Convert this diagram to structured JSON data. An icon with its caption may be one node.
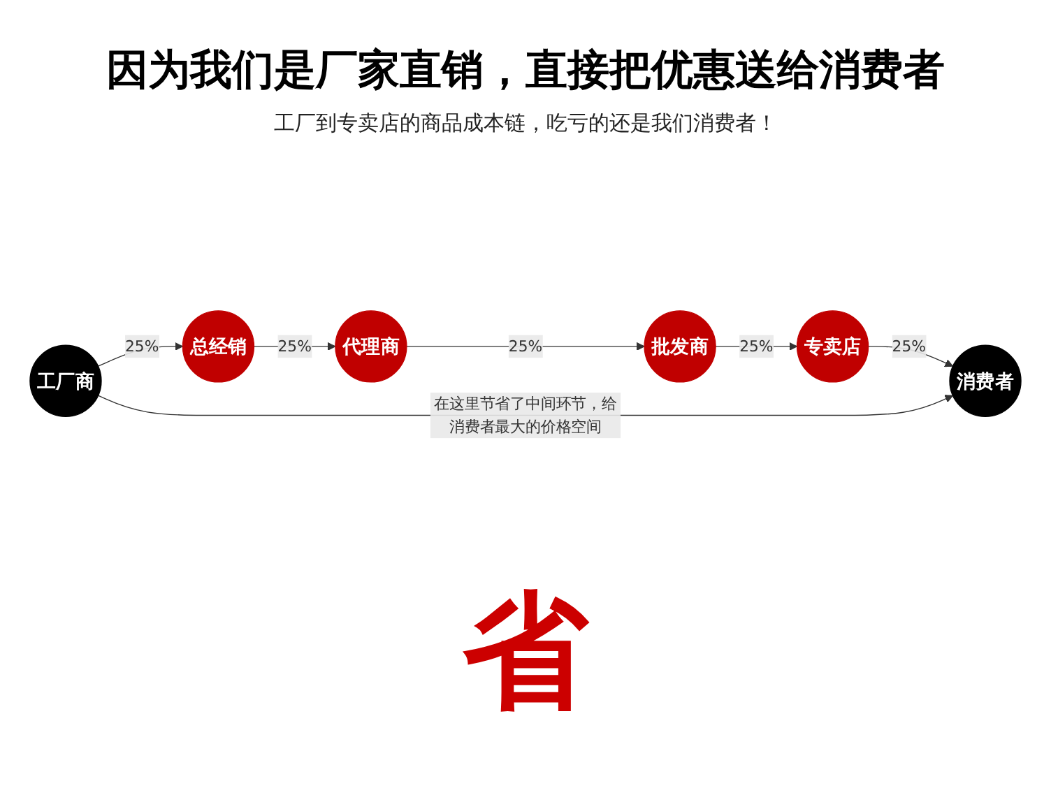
{
  "diagram": {
    "title": "因为我们是厂家直销，直接把优惠送给消费者",
    "nodes": [
      {
        "text": [
          "工厂商"
        ]
      },
      {
        "text": [
          "总经销"
        ]
      },
      {
        "text": [
          "代理商"
        ]
      },
      {
        "text": [
          "批发商"
        ]
      },
      {
        "text": [
          "专卖店"
        ]
      },
      {
        "text": [
          "消费者"
        ]
      }
    ],
    "edges": [
      {
        "from": 0,
        "to": 1,
        "arrow": "to",
        "label": "25%"
      },
      {
        "from": 1,
        "to": 2,
        "arrow": "to",
        "label": "25%"
      },
      {
        "from": 2,
        "to": 3,
        "arrow": "to",
        "label": "25%"
      },
      {
        "from": 3,
        "to": 4,
        "arrow": "to",
        "label": "25%"
      },
      {
        "from": 4,
        "to": 5,
        "arrow": "to",
        "label": "25%"
      },
      {
        "from": 0,
        "to": 5,
        "arrow": "to",
        "label": "在这里节省了中间环节，给消费者最大的价格空间"
      }
    ],
    "labels": [
      "工厂到专卖店的商品成本链，吃亏的还是我们消费者！",
      "省"
    ]
  }
}
